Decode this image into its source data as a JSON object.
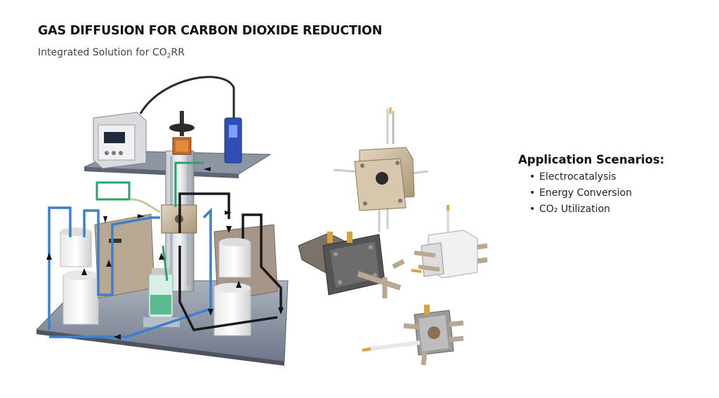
{
  "header": {
    "title": "GAS DIFFUSION FOR CARBON DIOXIDE REDUCTION",
    "subtitle_prefix": "Integrated Solution for CO",
    "subtitle_sub": "2",
    "subtitle_suffix": "RR"
  },
  "applications": {
    "title": "Application Scenarios:",
    "items": [
      "Electrocatalysis",
      "Energy Conversion",
      "CO₂ Utilization"
    ]
  },
  "illustration": {
    "main": "gas-diffusion-co2rr-system",
    "cells": [
      "flow-cell-top",
      "flow-cell-left",
      "flow-cell-right",
      "flow-cell-bottom"
    ]
  },
  "colors": {
    "blue_tubing": "#3a7fd0",
    "black_tubing": "#1a1a1a",
    "green_accent": "#2aa36b",
    "base_plate": "#7b8596",
    "beige_cell": "#c8b79c"
  }
}
